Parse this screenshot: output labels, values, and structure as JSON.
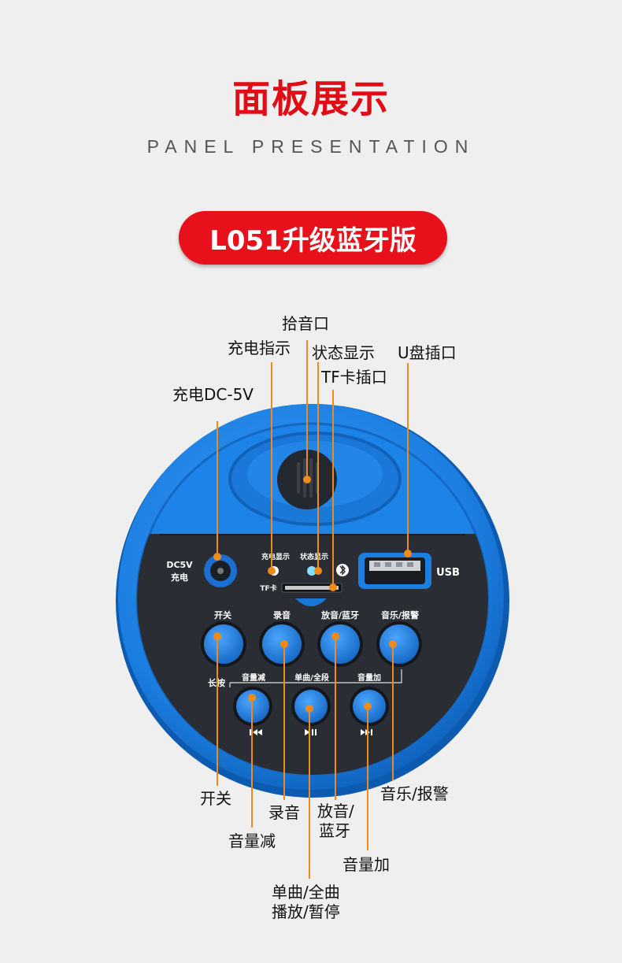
{
  "header": {
    "title": "面板展示",
    "subtitle": "PANEL PRESENTATION",
    "model_badge": "L051升级蓝牙版"
  },
  "colors": {
    "accent_red": "#e00d16",
    "device_blue": "#1a7fe0",
    "panel_dark": "#2b2f35",
    "leader_orange": "#f08a18"
  },
  "panel": {
    "dc_label": "DC5V",
    "dc_sub": "充电",
    "charge_led": "充电显示",
    "status_led": "状态显示",
    "tf_label": "TF卡",
    "usb_label": "USB",
    "long_press": "长按",
    "buttons": {
      "power": "开关",
      "record": "录音",
      "play_bt": "放音/蓝牙",
      "music_alarm": "音乐/报警",
      "vol_down": "音量减",
      "single_all": "单曲/全段",
      "vol_up": "音量加"
    },
    "icons": {
      "bluetooth": "bluetooth-icon",
      "prev": "previous-track-icon",
      "play_pause": "play-pause-icon",
      "next": "next-track-icon"
    }
  },
  "callouts": {
    "mic": "拾音口",
    "charge_indicator": "充电指示",
    "status_display": "状态显示",
    "usb_port": "U盘插口",
    "tf_slot": "TF卡插口",
    "dc_charge": "充电DC-5V",
    "power": "开关",
    "vol_down": "音量减",
    "record": "录音",
    "play_bt_1": "放音/",
    "play_bt_2": "蓝牙",
    "single_play_1": "单曲/全曲",
    "single_play_2": "播放/暂停",
    "vol_up": "音量加",
    "music_alarm": "音乐/报警"
  }
}
